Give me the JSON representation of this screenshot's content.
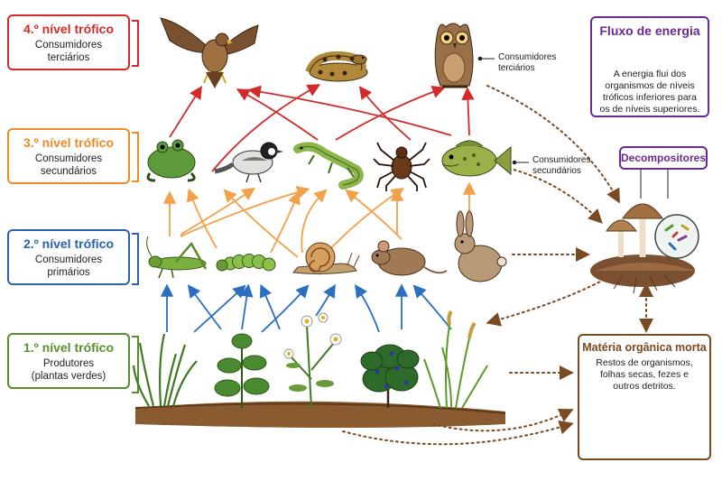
{
  "levels": [
    {
      "title": "4.º nível trófico",
      "desc": "Consumidores terciários",
      "color": "#d32a2a"
    },
    {
      "title": "3.º nível trófico",
      "desc": "Consumidores secundários",
      "color": "#f08a24"
    },
    {
      "title": "2.º nível trófico",
      "desc": "Consumidores primários",
      "color": "#2b62b0"
    },
    {
      "title": "1.º nível trófico",
      "desc": "Produtores (plantas verdes)",
      "color": "#5a8f2b"
    }
  ],
  "labels": {
    "tertiary": "Consumidores terciários",
    "secondary": "Consumidores secundários"
  },
  "energy_box": {
    "title": "Fluxo de energia",
    "text": "A energia flui dos organismos de níveis tróficos inferiores para os de níveis superiores.",
    "color": "#6a2a91",
    "arrow_color": "#d32a2a"
  },
  "decomposers": {
    "title": "Decompositores",
    "color": "#6a2a91"
  },
  "organic_matter": {
    "title": "Matéria orgânica morta",
    "text": "Restos de organismos, folhas secas, fezes e outros detritos.",
    "color": "#7a4a22"
  },
  "organisms": {
    "level4": [
      "hawk",
      "snake",
      "owl"
    ],
    "level3": [
      "frog",
      "bird",
      "lizard",
      "spider",
      "fish"
    ],
    "level2": [
      "grasshopper",
      "caterpillar",
      "snail",
      "mouse",
      "rabbit"
    ],
    "level1": [
      "grass",
      "herb",
      "daisy",
      "berry-bush",
      "wheat-grass"
    ]
  }
}
